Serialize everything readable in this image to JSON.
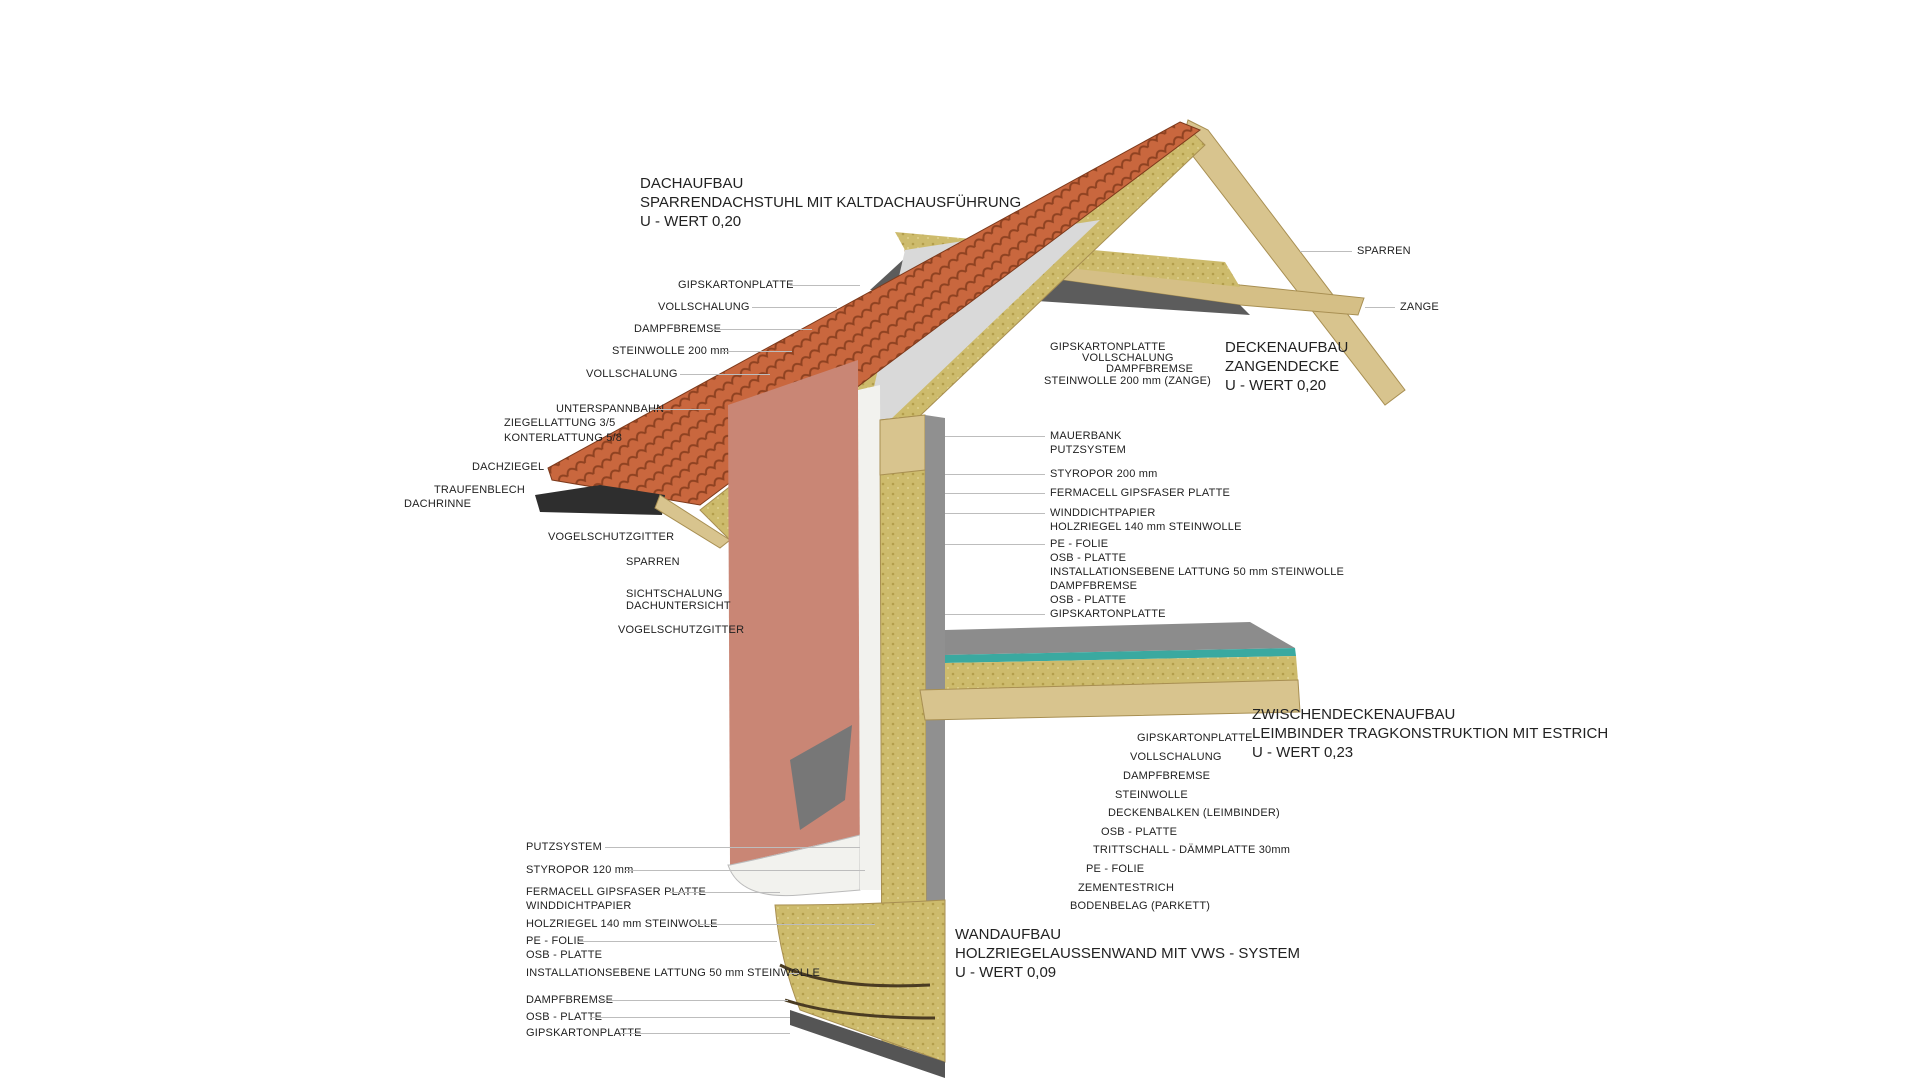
{
  "colors": {
    "tile": "#c9673e",
    "tile_dark": "#9e4a28",
    "timber": "#d8c48e",
    "timber_dark": "#b59a5c",
    "insulation": "#cbb96a",
    "render": "#c98675",
    "styrofoam": "#f2f2ee",
    "board": "#8e8e8e",
    "leader": "#bdbdbd"
  },
  "roof": {
    "heading": [
      "DACHAUFBAU",
      "SPARRENDACHSTUHL MIT KALTDACHAUSFÜHRUNG",
      "U - WERT   0,20"
    ],
    "labels": [
      "GIPSKARTONPLATTE",
      "VOLLSCHALUNG",
      "DAMPFBREMSE",
      "STEINWOLLE 200 mm",
      "VOLLSCHALUNG",
      "UNTERSPANNBAHN",
      "ZIEGELLATTUNG 3/5",
      "KONTERLATTUNG 5/8",
      "DACHZIEGEL",
      "TRAUFENBLECH",
      "DACHRINNE",
      "VOGELSCHUTZGITTER",
      "SPARREN",
      "SICHTSCHALUNG",
      "DACHUNTERSICHT",
      "VOGELSCHUTZGITTER"
    ]
  },
  "truss": {
    "labels": [
      "SPARREN",
      "ZANGE"
    ]
  },
  "ceiling": {
    "heading": [
      "DECKENAUFBAU",
      "ZANGENDECKE",
      "U - WERT   0,20"
    ],
    "labels": [
      "GIPSKARTONPLATTE",
      "VOLLSCHALUNG",
      "DAMPFBREMSE",
      "STEINWOLLE 200 mm (ZANGE)"
    ]
  },
  "wall_top": {
    "labels": [
      "MAUERBANK",
      "PUTZSYSTEM",
      "STYROPOR 200 mm",
      "FERMACELL GIPSFASER PLATTE",
      "WINDDICHTPAPIER",
      "HOLZRIEGEL 140 mm STEINWOLLE",
      "PE - FOLIE",
      "OSB - PLATTE",
      "INSTALLATIONSEBENE LATTUNG 50 mm STEINWOLLE",
      "DAMPFBREMSE",
      "OSB - PLATTE",
      "GIPSKARTONPLATTE"
    ]
  },
  "floor": {
    "heading": [
      "ZWISCHENDECKENAUFBAU",
      "LEIMBINDER TRAGKONSTRUKTION MIT ESTRICH",
      "U - WERT   0,23"
    ],
    "labels": [
      "GIPSKARTONPLATTE",
      "VOLLSCHALUNG",
      "DAMPFBREMSE",
      "STEINWOLLE",
      "DECKENBALKEN (LEIMBINDER)",
      "OSB - PLATTE",
      "TRITTSCHALL - DÄMMPLATTE 30mm",
      "PE - FOLIE",
      "ZEMENTESTRICH",
      "BODENBELAG (PARKETT)"
    ]
  },
  "wall": {
    "heading": [
      "WANDAUFBAU",
      "HOLZRIEGELAUSSENWAND MIT VWS - SYSTEM",
      "U - WERT   0,09"
    ],
    "labels": [
      "PUTZSYSTEM",
      "STYROPOR 120 mm",
      "FERMACELL GIPSFASER PLATTE",
      "WINDDICHTPAPIER",
      "HOLZRIEGEL 140 mm STEINWOLLE",
      "PE - FOLIE",
      "OSB - PLATTE",
      "INSTALLATIONSEBENE LATTUNG 50 mm STEINWOLLE",
      "DAMPFBREMSE",
      "OSB - PLATTE",
      "GIPSKARTONPLATTE"
    ]
  }
}
